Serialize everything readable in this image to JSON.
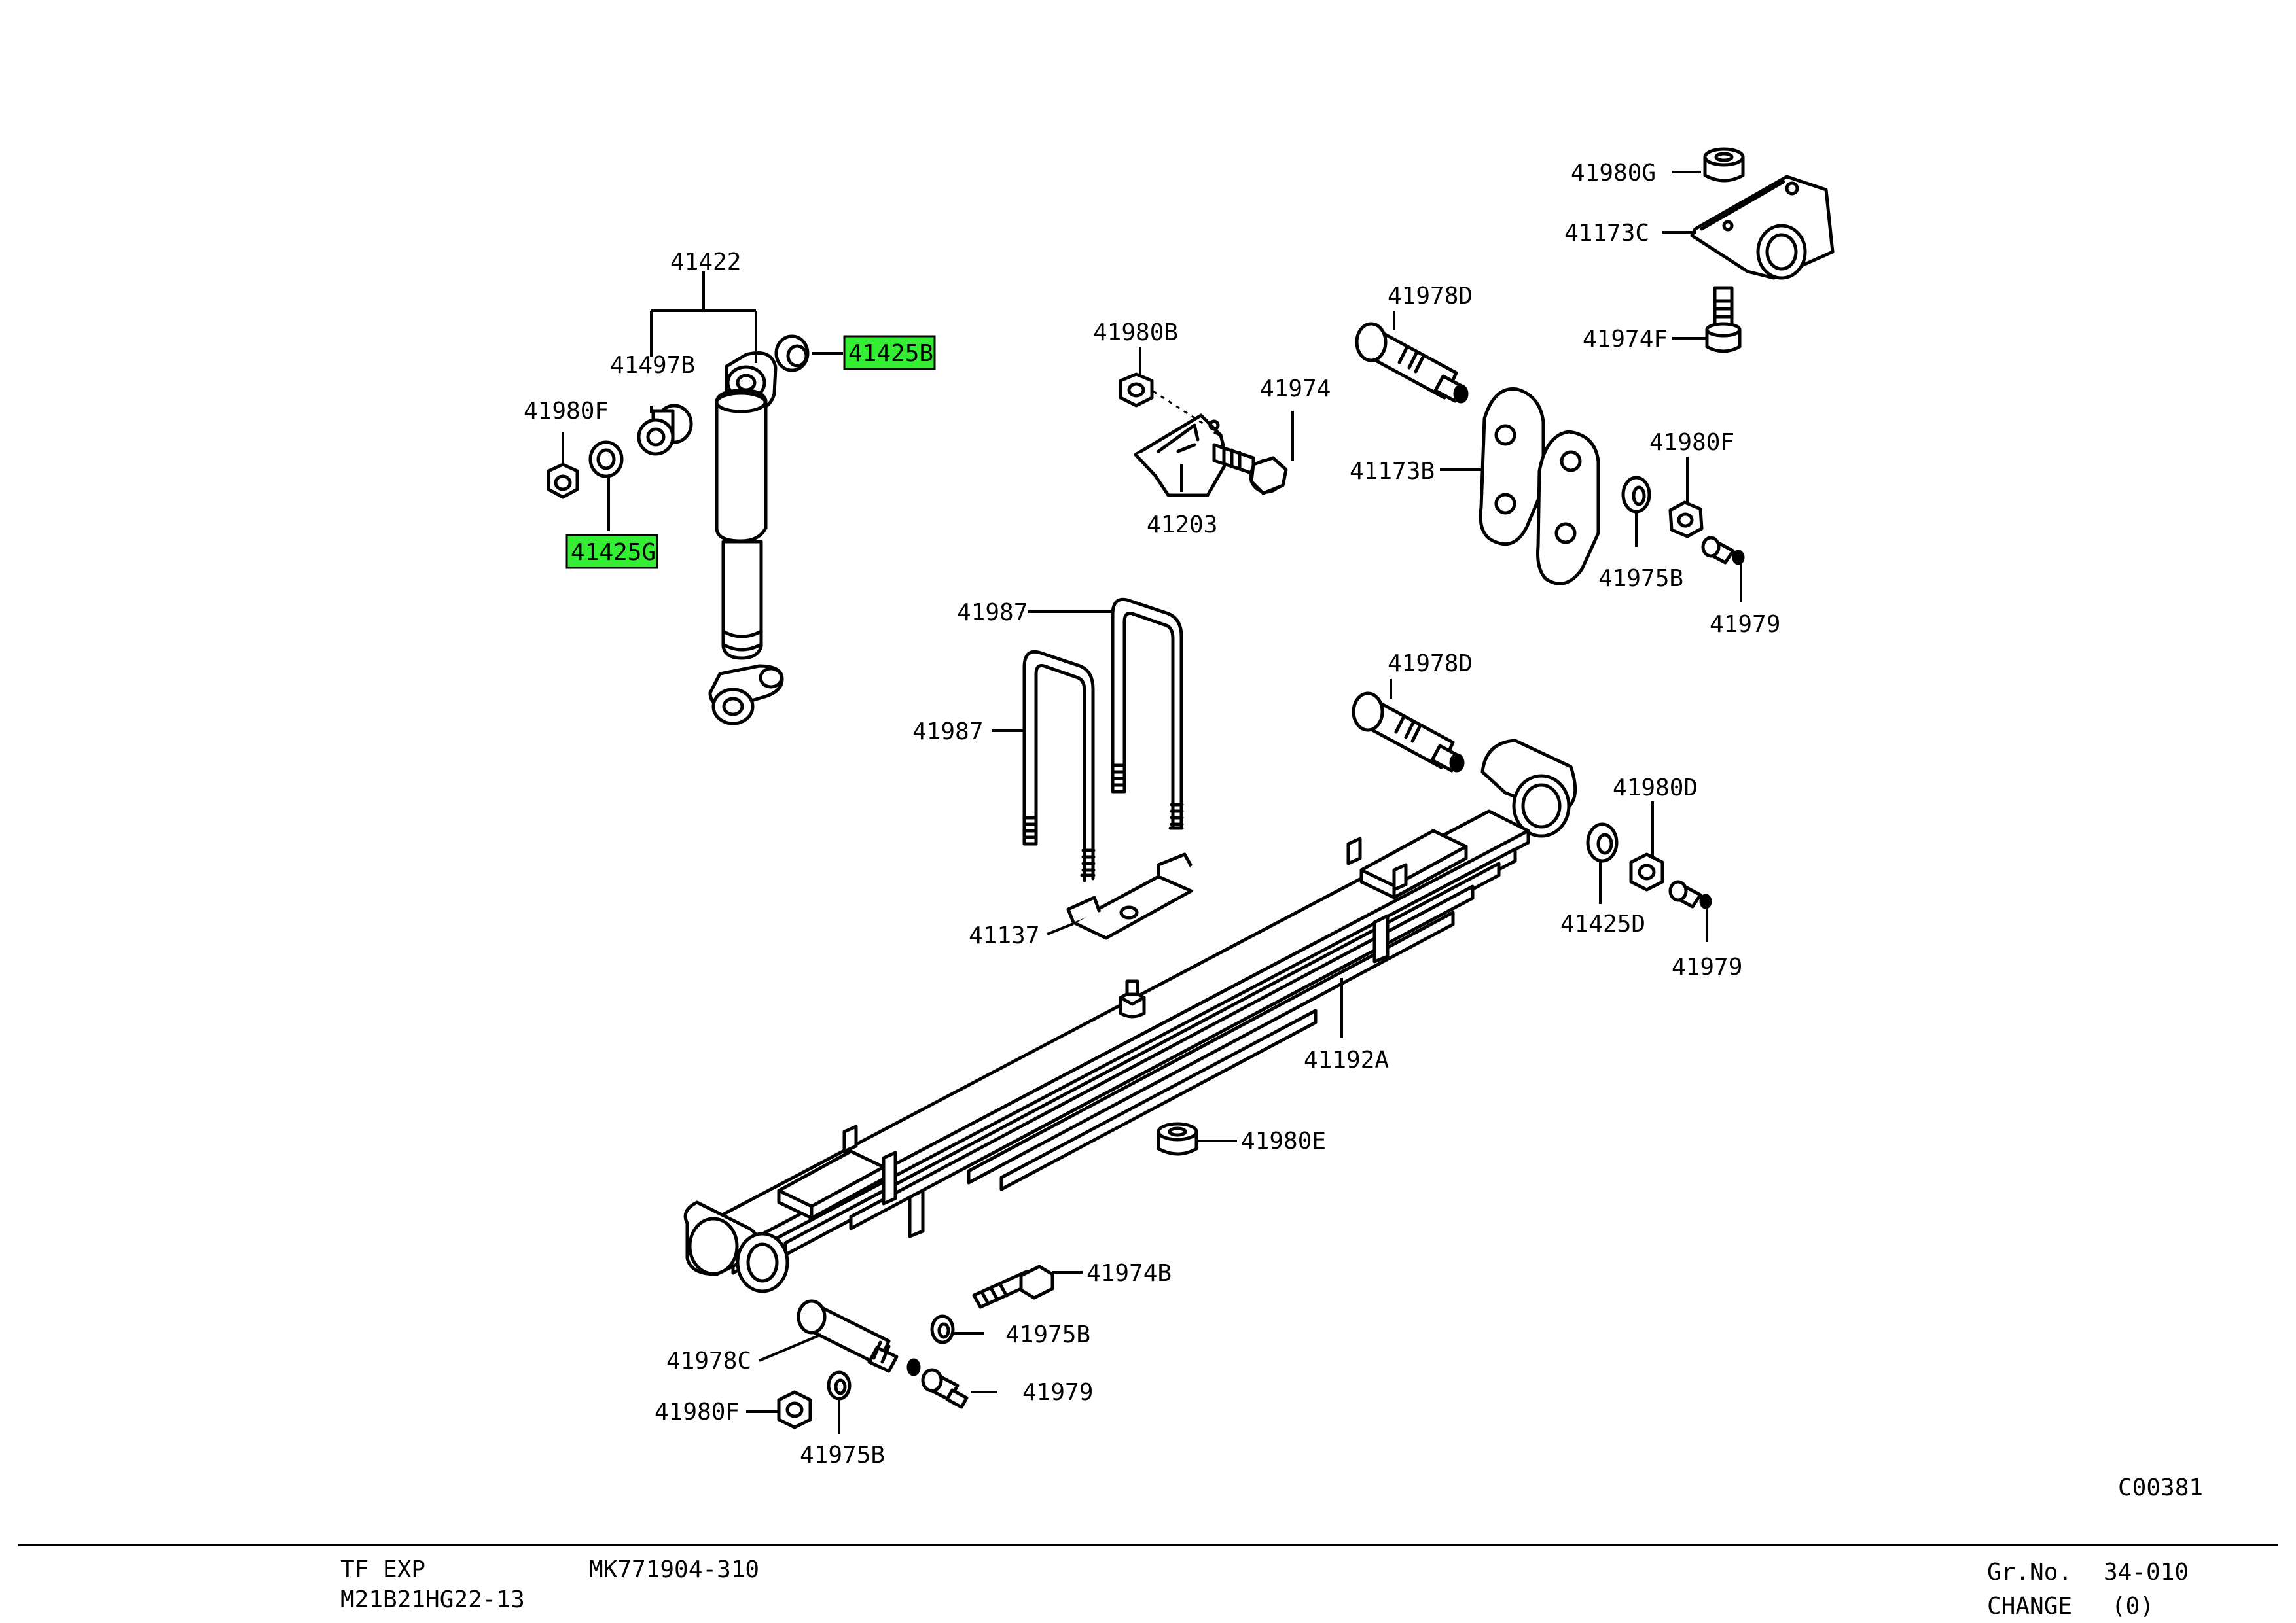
{
  "highlight_color": "#33ee33",
  "callouts": [
    {
      "id": "41422",
      "text": "41422",
      "highlighted": false
    },
    {
      "id": "41425B",
      "text": "41425B",
      "highlighted": true
    },
    {
      "id": "41497B",
      "text": "41497B",
      "highlighted": false
    },
    {
      "id": "41980F_a",
      "text": "41980F",
      "highlighted": false
    },
    {
      "id": "41425G",
      "text": "41425G",
      "highlighted": true
    },
    {
      "id": "41980G",
      "text": "41980G",
      "highlighted": false
    },
    {
      "id": "41173C",
      "text": "41173C",
      "highlighted": false
    },
    {
      "id": "41974F",
      "text": "41974F",
      "highlighted": false
    },
    {
      "id": "41978D_a",
      "text": "41978D",
      "highlighted": false
    },
    {
      "id": "41980B",
      "text": "41980B",
      "highlighted": false
    },
    {
      "id": "41974",
      "text": "41974",
      "highlighted": false
    },
    {
      "id": "41173B",
      "text": "41173B",
      "highlighted": false
    },
    {
      "id": "41980F_b",
      "text": "41980F",
      "highlighted": false
    },
    {
      "id": "41203",
      "text": "41203",
      "highlighted": false
    },
    {
      "id": "41975B_a",
      "text": "41975B",
      "highlighted": false
    },
    {
      "id": "41979_a",
      "text": "41979",
      "highlighted": false
    },
    {
      "id": "41987_a",
      "text": "41987",
      "highlighted": false
    },
    {
      "id": "41987_b",
      "text": "41987",
      "highlighted": false
    },
    {
      "id": "41978D_b",
      "text": "41978D",
      "highlighted": false
    },
    {
      "id": "41980D",
      "text": "41980D",
      "highlighted": false
    },
    {
      "id": "41137",
      "text": "41137",
      "highlighted": false
    },
    {
      "id": "41425D",
      "text": "41425D",
      "highlighted": false
    },
    {
      "id": "41979_b",
      "text": "41979",
      "highlighted": false
    },
    {
      "id": "41192A",
      "text": "41192A",
      "highlighted": false
    },
    {
      "id": "41980E",
      "text": "41980E",
      "highlighted": false
    },
    {
      "id": "41974B",
      "text": "41974B",
      "highlighted": false
    },
    {
      "id": "41975B_b",
      "text": "41975B",
      "highlighted": false
    },
    {
      "id": "41978C",
      "text": "41978C",
      "highlighted": false
    },
    {
      "id": "41979_c",
      "text": "41979",
      "highlighted": false
    },
    {
      "id": "41980F_c",
      "text": "41980F",
      "highlighted": false
    },
    {
      "id": "41975B_c",
      "text": "41975B",
      "highlighted": false
    }
  ],
  "drawing_code": "C00381",
  "footer": {
    "model": "TF EXP",
    "catalog_no": "MK771904-310",
    "spec_code": "M21B21HG22-13",
    "group_label": "Gr.No.",
    "group_value": "34-010",
    "change_label": "CHANGE",
    "change_value": "(0)"
  }
}
